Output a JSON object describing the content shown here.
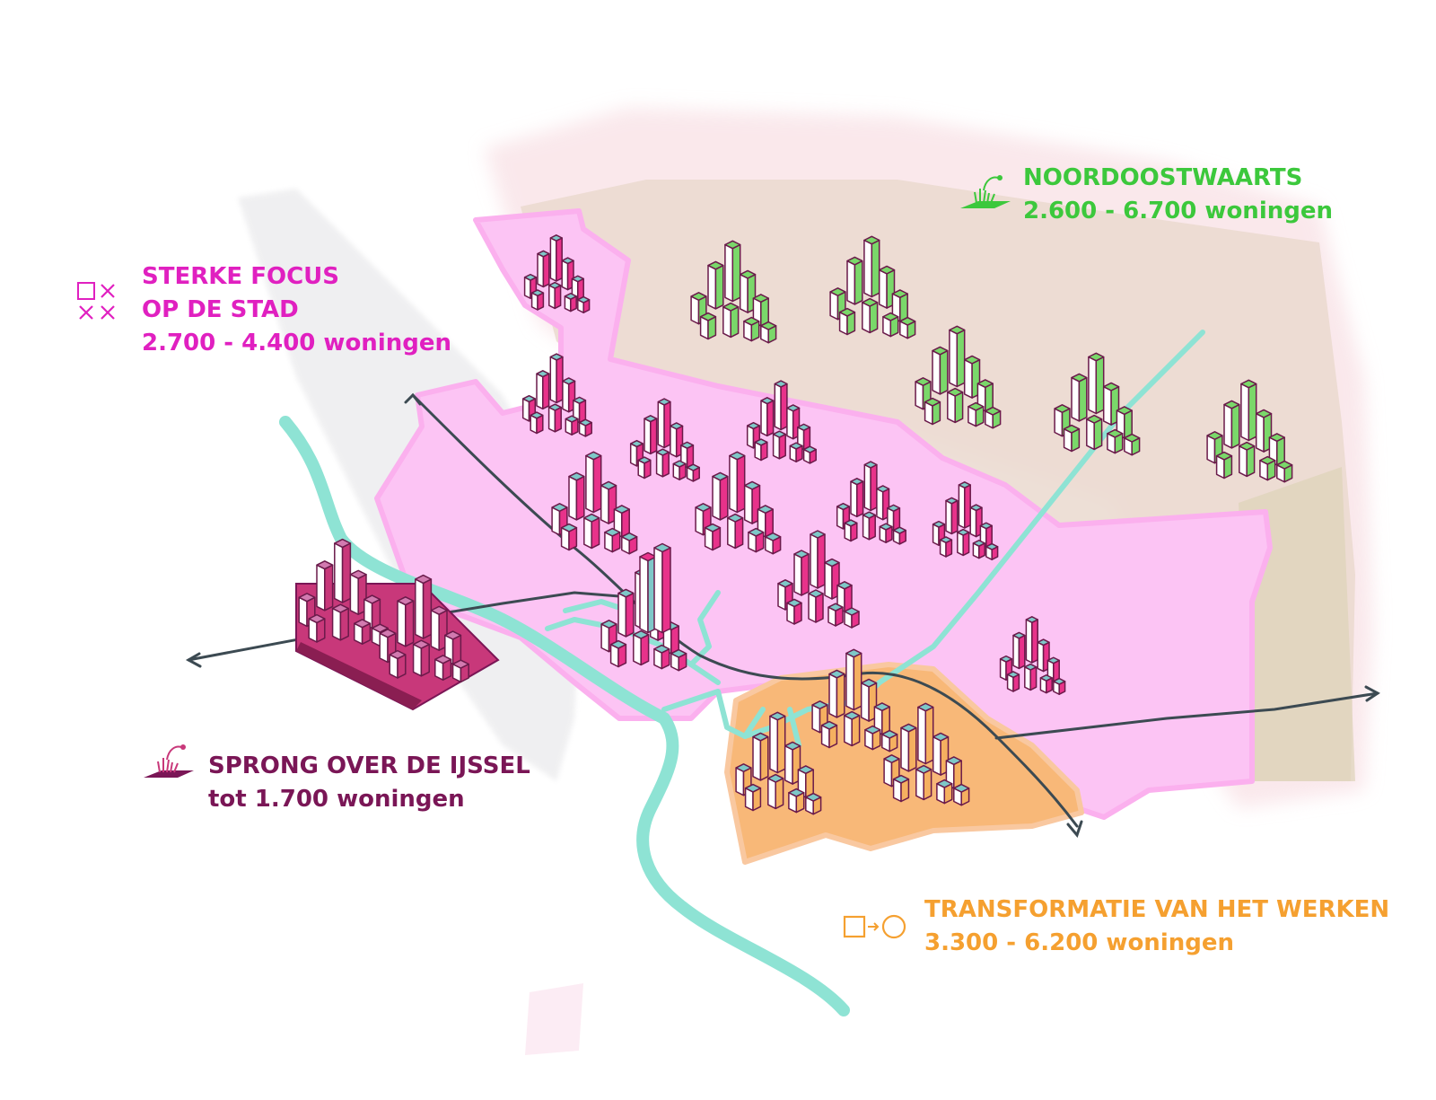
{
  "colors": {
    "stad": "#e020c0",
    "noord": "#3cc83c",
    "ijssel": "#7a1656",
    "transformatie": "#f5a030",
    "river": "#8ee3d4",
    "road": "#3c4a52",
    "city_fill": "#fcc4f4",
    "werken_fill": "#f8b878",
    "noord_fill": "#efd9d2",
    "ijssel_block": "#c8387a"
  },
  "legend": {
    "noordoostwaarts": {
      "title": "NOORDOOSTWAARTS",
      "range": "2.600 - 6.700 woningen",
      "icon": "grass-plot-icon"
    },
    "stad": {
      "title_line1": "STERKE FOCUS",
      "title_line2": "OP DE STAD",
      "range": "2.700 - 4.400 woningen",
      "icon": "square-crosses-icon"
    },
    "ijssel": {
      "title": "SPRONG OVER DE IJSSEL",
      "range": "tot 1.700 woningen",
      "icon": "grass-plot-icon"
    },
    "transformatie": {
      "title": "TRANSFORMATIE VAN HET WERKEN",
      "range": "3.300 - 6.200  woningen",
      "icon": "square-to-circle-icon"
    }
  }
}
